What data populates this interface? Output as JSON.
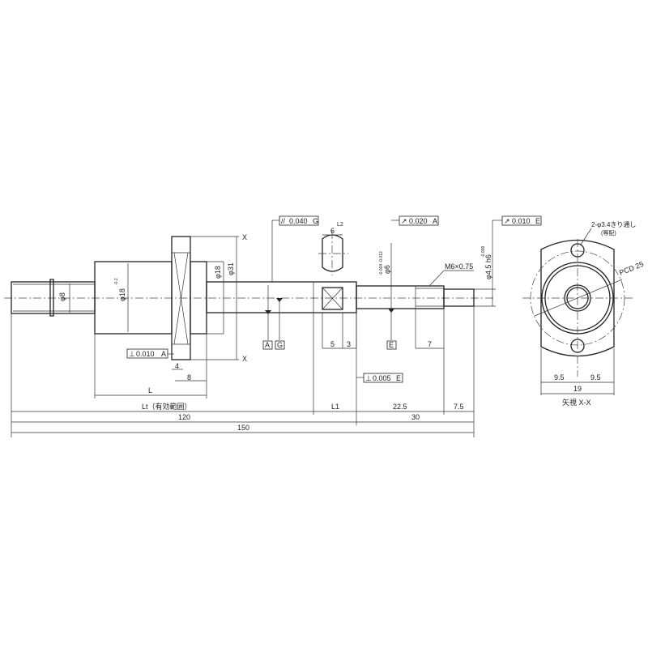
{
  "drawing": {
    "dims": {
      "d8": "φ8",
      "d18_nut": "φ18",
      "d18_tol": "-0.2",
      "d18_flange": "φ18",
      "d31": "φ31",
      "w4": "4",
      "w8": "8",
      "L": "L",
      "Lt": "Lt（有効範囲）",
      "d120": "120",
      "d150": "150",
      "L1": "L1",
      "d22_5": "22.5",
      "d7_5": "7.5",
      "d30": "30",
      "w5": "5",
      "w3": "3",
      "w7": "7",
      "L2": "L2",
      "w6": "6",
      "d6": "φ6",
      "d6_tol": "-0.004 -0.012",
      "d4_5": "φ4.5 h6",
      "d4_5_tol": "-0.008",
      "thread": "M6×0.75",
      "end_9_5_left": "9.5",
      "end_9_5_right": "9.5",
      "end_19": "19",
      "holes": "2-φ3.4きり通し",
      "holes_note": "(等配)",
      "pcd": "PCD 25",
      "view_label": "矢視 X-X",
      "section_x_top": "X",
      "section_x_bottom": "X"
    },
    "tolerances": {
      "parallel_g": {
        "symbol": "//",
        "value": "0.040",
        "datum": "G"
      },
      "runout_a": {
        "symbol": "↗",
        "value": "0.020",
        "datum": "A"
      },
      "runout_e": {
        "symbol": "↗",
        "value": "0.010",
        "datum": "E"
      },
      "perp_flange": {
        "symbol": "⊥",
        "value": "0.010",
        "datum": "A"
      },
      "perp_shoulder": {
        "symbol": "⊥",
        "value": "0.005",
        "datum": "E"
      }
    },
    "datums": {
      "a": "A",
      "g": "G",
      "e": "E"
    }
  }
}
